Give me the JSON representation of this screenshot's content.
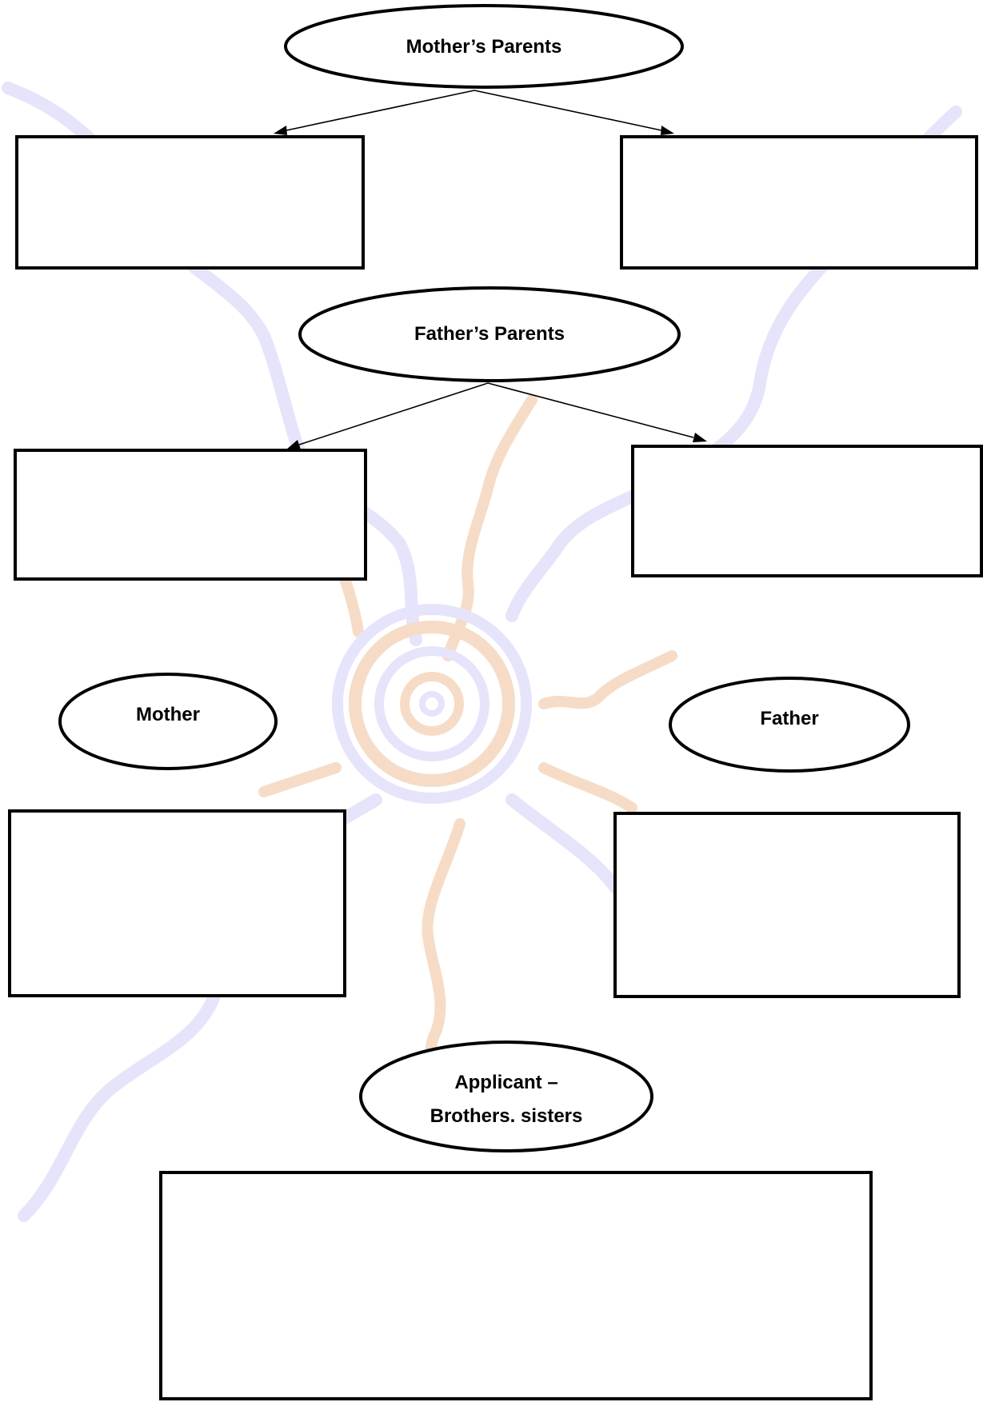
{
  "nodes": {
    "mothers_parents": {
      "label": "Mother’s Parents"
    },
    "fathers_parents": {
      "label": "Father’s Parents"
    },
    "mother": {
      "label": "Mother"
    },
    "father": {
      "label": "Father"
    },
    "applicant": {
      "label_line1": "Applicant –",
      "label_line2": "Brothers. sisters"
    }
  },
  "colors": {
    "watermark_blue": "#e6e4fb",
    "watermark_orange": "#f6dcc6",
    "outline": "#000000"
  }
}
